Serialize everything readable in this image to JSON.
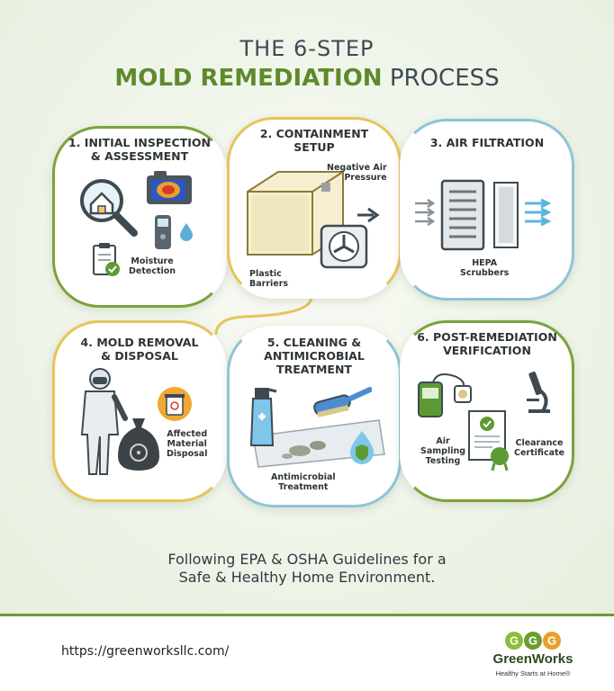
{
  "title": {
    "line1": "THE 6-STEP",
    "line2_accent": "MOLD REMEDIATION",
    "line2_rest": " PROCESS"
  },
  "steps": [
    {
      "title": "1. INITIAL INSPECTION\n& ASSESSMENT",
      "labels": [
        "Moisture\nDetection"
      ]
    },
    {
      "title": "2. CONTAINMENT\nSETUP",
      "labels": [
        "Negative Air\nPressure",
        "Plastic\nBarriers"
      ]
    },
    {
      "title": "3. AIR FILTRATION",
      "labels": [
        "HEPA\nScrubbers"
      ]
    },
    {
      "title": "4. MOLD REMOVAL\n& DISPOSAL",
      "labels": [
        "Affected\nMaterial\nDisposal"
      ]
    },
    {
      "title": "5. CLEANING &\nANTIMICROBIAL\nTREATMENT",
      "labels": [
        "Antimicrobial\nTreatment"
      ]
    },
    {
      "title": "6. POST-REMEDIATION\nVERIFICATION",
      "labels": [
        "Air\nSampling\nTesting",
        "Clearance\nCertificate"
      ]
    }
  ],
  "footer_note": "Following EPA & OSHA Guidelines for a\nSafe & Healthy Home Environment.",
  "url": "https://greenworksllc.com/",
  "logo": {
    "letters": "GGG",
    "name": "GreenWorks",
    "tagline": "Healthy Starts at Home®"
  },
  "colors": {
    "green": "#7aa33a",
    "yellow": "#e7c45a",
    "blue": "#8cc5d8",
    "title_accent": "#5e8a2c"
  }
}
